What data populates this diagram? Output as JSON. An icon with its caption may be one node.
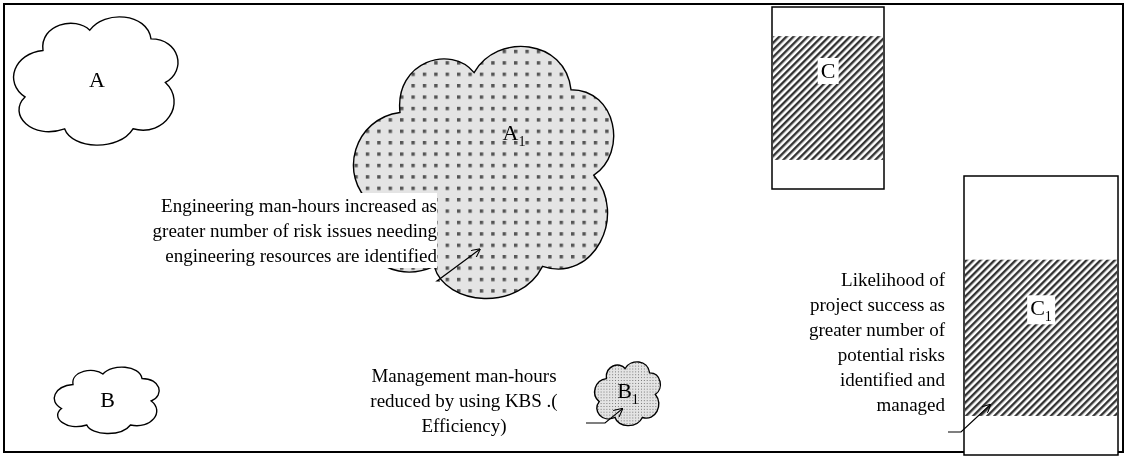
{
  "diagram": {
    "nodes": [
      {
        "text": [
          "A"
        ]
      },
      {
        "text": [
          "A$_{1}$"
        ]
      },
      {
        "text": [
          "B"
        ]
      },
      {
        "text": [
          "B$_{1}$"
        ]
      },
      {
        "text": [
          "C"
        ]
      },
      {
        "text": [
          "C$_{1}$"
        ]
      },
      {
        "text": [
          "Engineering man-hours increased as greater number of risk issues needing engineering resources are identified"
        ]
      },
      {
        "text": [
          "Management man-hours reduced by using KBS .( Efficiency)"
        ]
      },
      {
        "text": [
          "Likelihood of project success as greater number of potential risks identified and managed"
        ]
      }
    ],
    "edges": [
      {
        "from": 6,
        "to": 1,
        "arrow": "to"
      },
      {
        "from": 7,
        "to": 3,
        "arrow": "to"
      },
      {
        "from": 8,
        "to": 5,
        "arrow": "to"
      }
    ]
  }
}
